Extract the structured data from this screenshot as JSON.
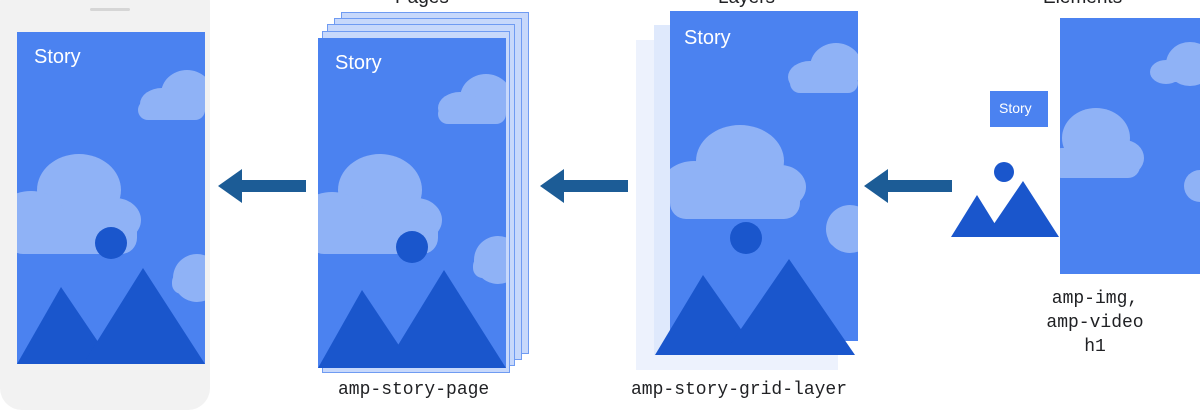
{
  "stages": [
    {
      "heading": "",
      "story_label": "Story",
      "caption": ""
    },
    {
      "heading": "Pages",
      "story_label": "Story",
      "caption": "amp-story-page"
    },
    {
      "heading": "Layers",
      "story_label": "Story",
      "caption": "amp-story-grid-layer"
    },
    {
      "heading": "Elements",
      "story_label": "Story",
      "caption_lines": [
        "amp-img,",
        "amp-video",
        "h1"
      ]
    }
  ],
  "colors": {
    "card_blue": "#4b82f0",
    "cloud": "#8fb2f6",
    "mountain": "#1a56cc",
    "arrow": "#1c5c96",
    "stack_edge": "#c7d8fb",
    "phone_frame": "#f2f2f2"
  },
  "icons": [
    "cloud-icon",
    "sun-circle-icon",
    "mountain-icon",
    "arrow-left-icon"
  ]
}
